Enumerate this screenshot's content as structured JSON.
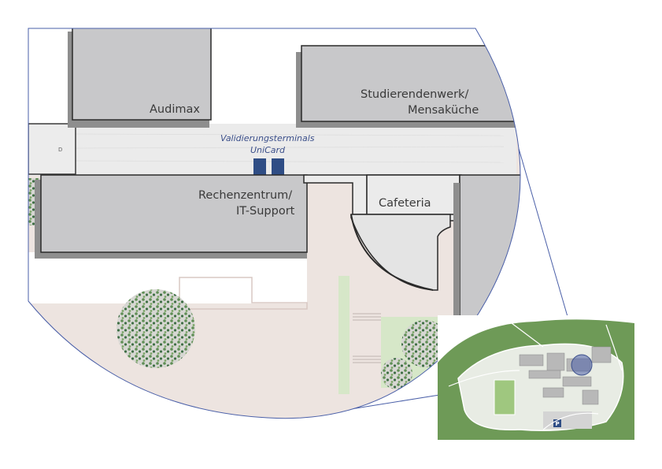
{
  "detail_map": {
    "labels": {
      "audimax": "Audimax",
      "studierendenwerk_line1": "Studierendenwerk/",
      "studierendenwerk_line2": "Mensaküche",
      "terminals_line1": "Validierungsterminals",
      "terminals_line2": "UniCard",
      "rechenzentrum_line1": "Rechenzentrum/",
      "rechenzentrum_line2": "IT-Support",
      "cafeteria": "Cafeteria",
      "room_d": "D"
    },
    "colors": {
      "building": "#c8c8ca",
      "corridor": "#ebebeb",
      "courtyard": "#ede4e0",
      "terminal": "#2f4d85",
      "tree": "#5f8e55",
      "lawn": "#d6e7c8"
    }
  },
  "overview_map": {
    "parking_label": "P",
    "colors": {
      "forest": "#6e9a57",
      "highlight": "#4a5fa8"
    }
  }
}
